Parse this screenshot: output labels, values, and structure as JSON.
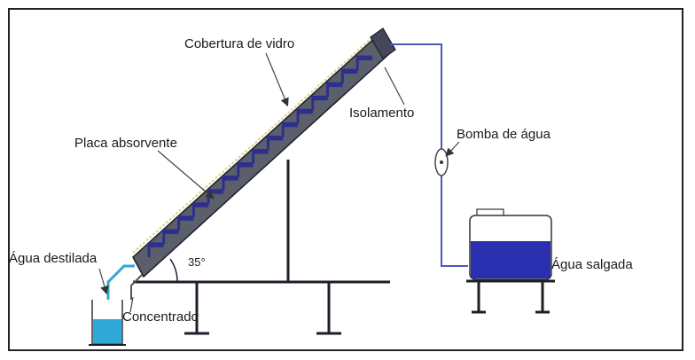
{
  "diagram": {
    "labels": {
      "glass_cover": "Cobertura de vidro",
      "insulation": "Isolamento",
      "water_pump": "Bomba de água",
      "absorber_plate": "Placa absorvente",
      "distilled_water": "Água destilada",
      "angle": "35°",
      "concentrate": "Concentrado",
      "salt_water": "Água salgada"
    },
    "colors": {
      "frame": "#1e1e2a",
      "collector_casing": "#5b5e6b",
      "absorber_step": "#2e2f8c",
      "glass": "#d9d78a",
      "pipe": "#4f56b8",
      "water": "#2a2fb0",
      "beaker_water": "#2fa8d8",
      "pump_outline": "#444444",
      "border": "#222222"
    }
  }
}
